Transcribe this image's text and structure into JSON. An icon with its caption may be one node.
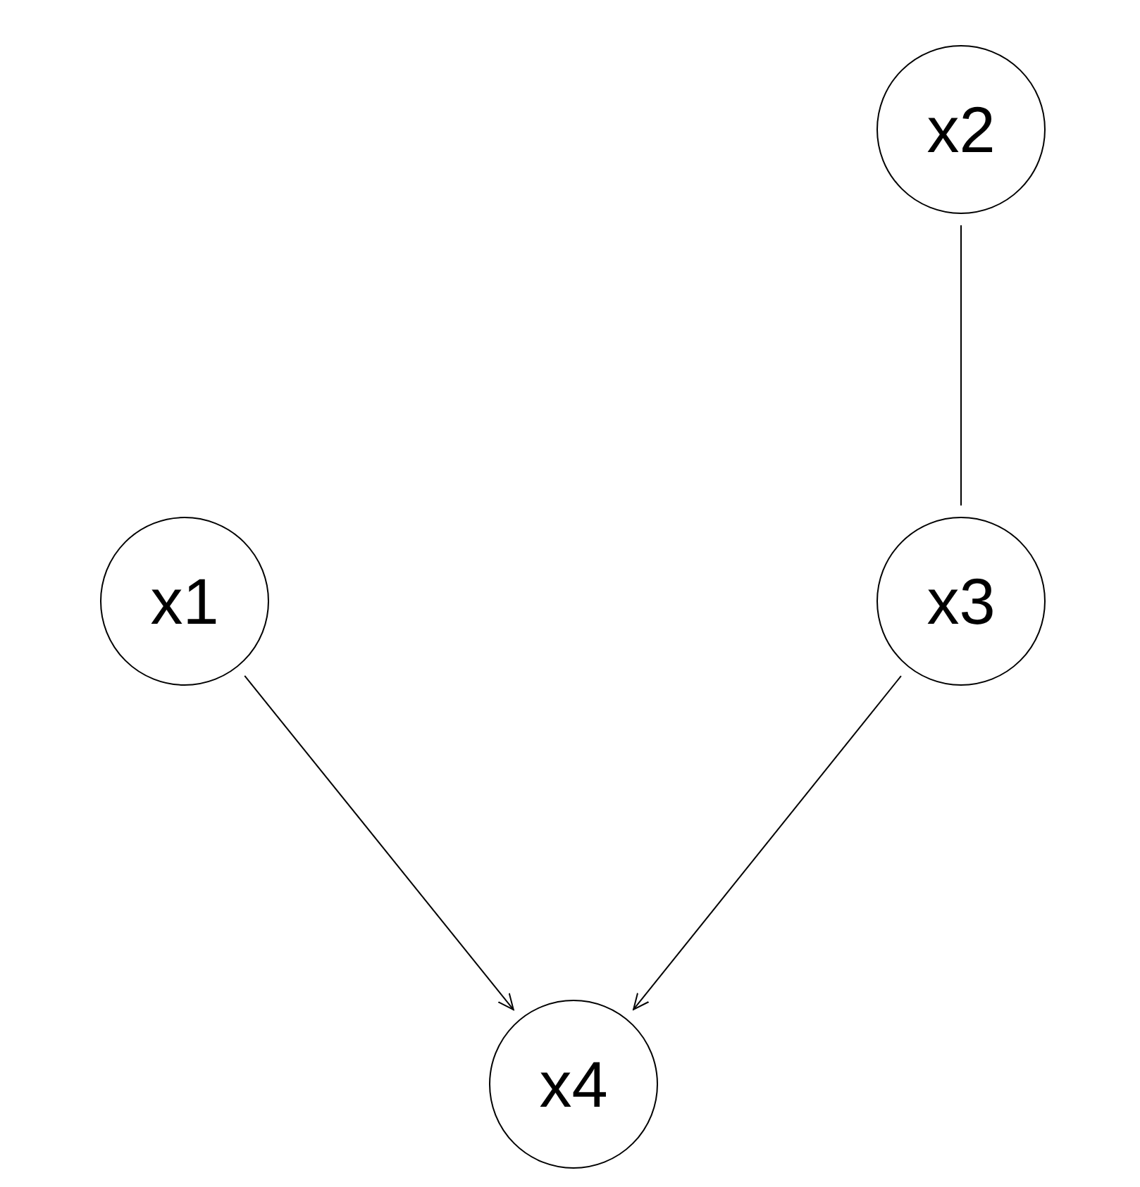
{
  "diagram": {
    "nodes": [
      {
        "text": [
          "x2"
        ]
      },
      {
        "text": [
          "x1"
        ]
      },
      {
        "text": [
          "x3"
        ]
      },
      {
        "text": [
          "x4"
        ]
      }
    ],
    "edges": [
      {
        "from": 0,
        "to": 2,
        "arrow": "none"
      },
      {
        "from": 1,
        "to": 3,
        "arrow": "to"
      },
      {
        "from": 2,
        "to": 3,
        "arrow": "to"
      }
    ]
  }
}
